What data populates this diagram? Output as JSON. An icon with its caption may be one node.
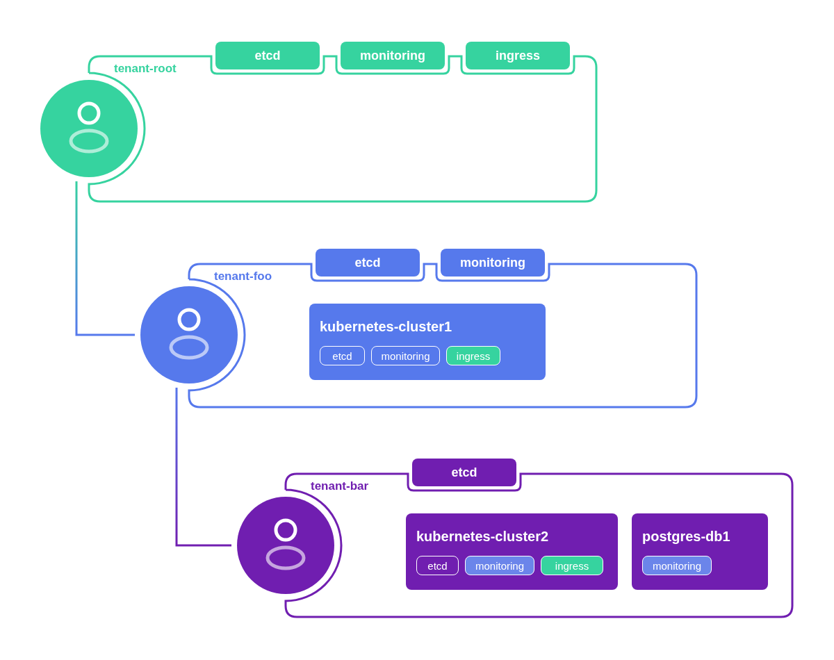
{
  "diagram": {
    "nodes": [
      {
        "text": [
          "tenant-root"
        ]
      },
      {
        "text": [],
        "shape": "circle"
      },
      {
        "text": [
          "etcd"
        ]
      },
      {
        "text": [
          "monitoring"
        ]
      },
      {
        "text": [
          "ingress"
        ]
      },
      {
        "text": [
          "tenant-foo"
        ]
      },
      {
        "text": [],
        "shape": "circle"
      },
      {
        "text": [
          "etcd"
        ]
      },
      {
        "text": [
          "monitoring"
        ]
      },
      {
        "text": [
          "kubernetes-cluster1"
        ],
        "in": 5
      },
      {
        "text": [
          "etcd"
        ],
        "in": 9
      },
      {
        "text": [
          "monitoring"
        ],
        "in": 9
      },
      {
        "text": [
          "ingress"
        ],
        "in": 9
      },
      {
        "text": [
          "tenant-bar"
        ]
      },
      {
        "text": [],
        "shape": "circle"
      },
      {
        "text": [
          "etcd"
        ]
      },
      {
        "text": [
          "kubernetes-cluster2"
        ],
        "in": 13
      },
      {
        "text": [
          "etcd"
        ],
        "in": 16
      },
      {
        "text": [
          "monitoring"
        ],
        "in": 16
      },
      {
        "text": [
          "ingress"
        ],
        "in": 16
      },
      {
        "text": [
          "postgres-db1"
        ],
        "in": 13
      },
      {
        "text": [
          "monitoring"
        ],
        "in": 20
      }
    ],
    "edges": [
      {
        "from": 1,
        "to": 6,
        "arrow": "none"
      },
      {
        "from": 6,
        "to": 14,
        "arrow": "none"
      }
    ]
  }
}
